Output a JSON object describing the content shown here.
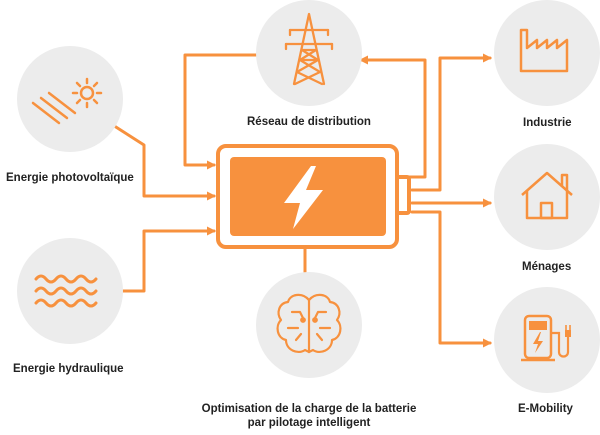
{
  "colors": {
    "accent": "#f7913e",
    "circle_fill": "#ececec",
    "battery_fill": "#f7913e",
    "text": "#222222"
  },
  "nodes": {
    "photovoltaic": {
      "label": "Energie photovoltaïque",
      "icon": "solar-panel-icon"
    },
    "hydraulic": {
      "label": "Energie hydraulique",
      "icon": "water-waves-icon"
    },
    "grid": {
      "label": "Réseau de distribution",
      "icon": "power-pylon-icon"
    },
    "optimisation": {
      "label_line1": "Optimisation de la charge de la batterie",
      "label_line2": "par pilotage intelligent",
      "icon": "brain-circuit-icon"
    },
    "industry": {
      "label": "Industrie",
      "icon": "factory-icon"
    },
    "households": {
      "label": "Ménages",
      "icon": "house-icon"
    },
    "emobility": {
      "label": "E-Mobility",
      "icon": "charging-station-icon"
    }
  },
  "battery": {
    "icon": "lightning-bolt-icon"
  }
}
